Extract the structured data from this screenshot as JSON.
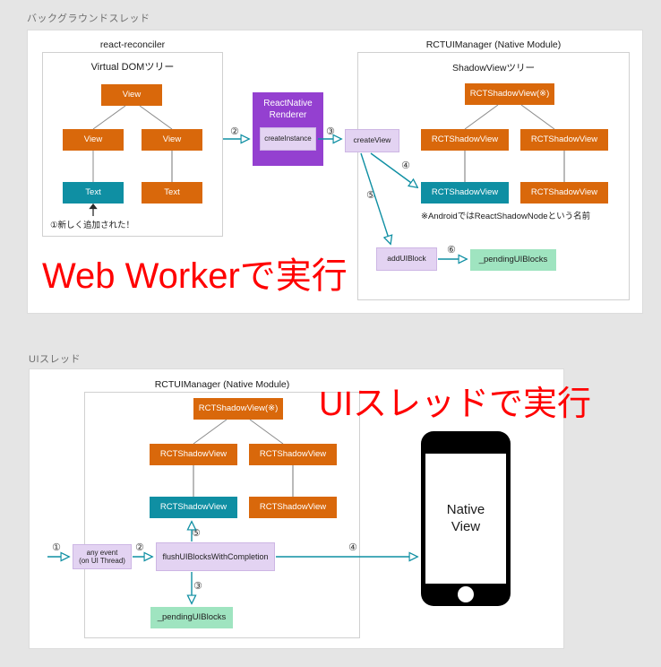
{
  "sections": {
    "background_thread": {
      "label": "バックグラウンドスレッド",
      "react_reconciler_title": "react-reconciler",
      "virtual_dom_title": "Virtual DOMツリー",
      "vdom_nodes": {
        "root": "View",
        "child_left": "View",
        "child_right": "View",
        "leaf_left": "Text",
        "leaf_right": "Text"
      },
      "added_note": "①新しく追加された！",
      "renderer": {
        "title_line1": "ReactNative",
        "title_line2": "Renderer",
        "method": "createInstance"
      },
      "rctuimanager_title": "RCTUIManager (Native Module)",
      "shadowview_tree_title": "ShadowViewツリー",
      "shadow_nodes": {
        "root": "RCTShadowView(※)",
        "child_left": "RCTShadowView",
        "child_right": "RCTShadowView",
        "leaf_left": "RCTShadowView",
        "leaf_right": "RCTShadowView"
      },
      "android_note": "※AndroidではReactShadowNodeという名前",
      "create_view": "createView",
      "add_ui_block": "addUIBlock",
      "pending_ui_blocks": "_pendingUIBlocks",
      "steps": {
        "s2": "②",
        "s3": "③",
        "s4": "④",
        "s5": "⑤",
        "s6": "⑥"
      },
      "banner": "Web Workerで実行"
    },
    "ui_thread": {
      "label": "UIスレッド",
      "rctuimanager_title": "RCTUIManager (Native Module)",
      "shadow_nodes": {
        "root": "RCTShadowView(※)",
        "child_left": "RCTShadowView",
        "child_right": "RCTShadowView",
        "leaf_left": "RCTShadowView",
        "leaf_right": "RCTShadowView"
      },
      "any_event_line1": "any event",
      "any_event_line2": "(on UI Thread)",
      "flush_method": "flushUIBlocksWithCompletion",
      "pending_ui_blocks": "_pendingUIBlocks",
      "steps": {
        "s1": "①",
        "s2": "②",
        "s3": "③",
        "s4": "④",
        "s5": "⑤"
      },
      "banner": "UIスレッドで実行",
      "phone": {
        "screen_line1": "Native",
        "screen_line2": "View"
      }
    }
  },
  "colors": {
    "orange": "#d9680b",
    "teal": "#0f8fa3",
    "purple": "#9440d0",
    "lilac": "#e3d3f2",
    "green": "#9fe4c0",
    "arrow": "#0f8fa3",
    "connector": "#8a8a8a",
    "banner_red": "#ff0000",
    "page_bg": "#e5e5e5",
    "panel_bg": "#ffffff"
  }
}
